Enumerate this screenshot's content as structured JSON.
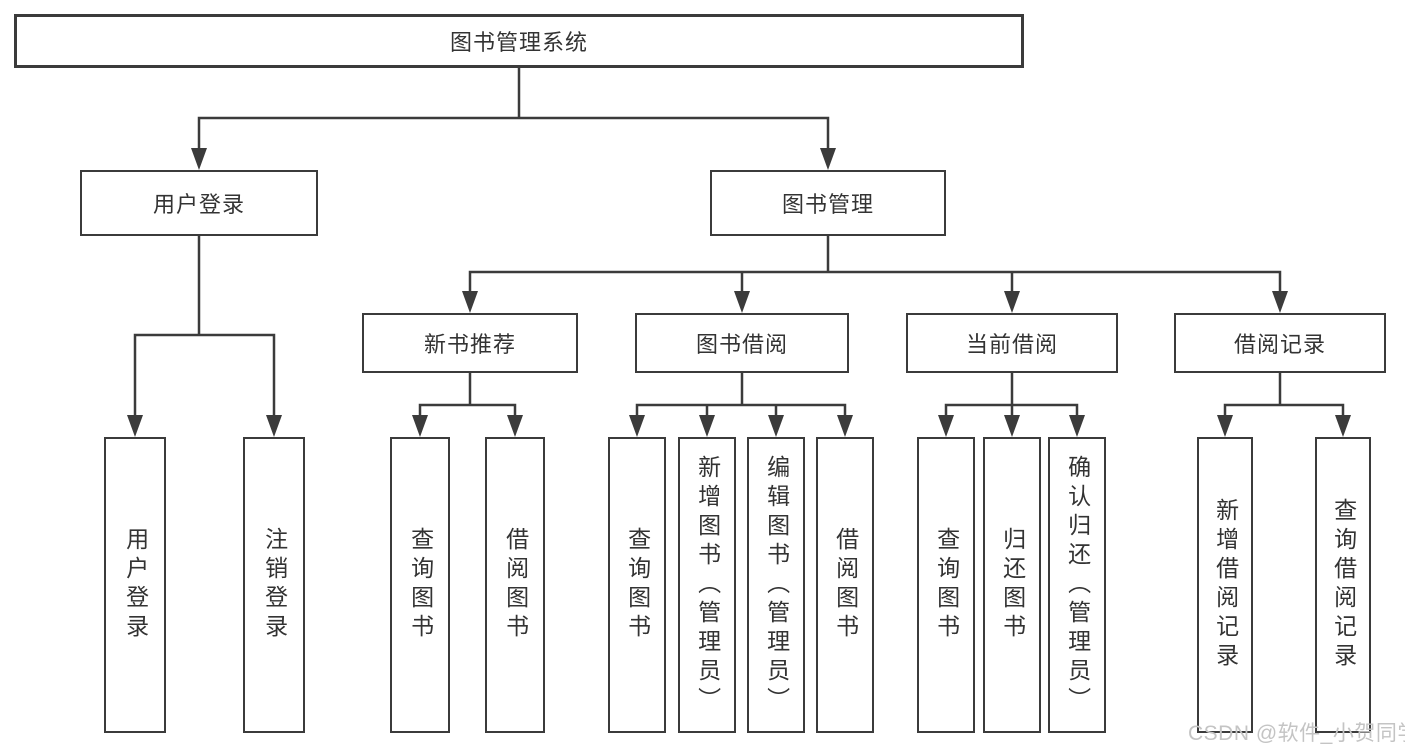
{
  "colors": {
    "line": "#3b3b3b",
    "box_border": "#3b3b3b",
    "box_background": "#ffffff",
    "text": "#333333",
    "watermark_text": "#c4c4c4"
  },
  "watermark": "CSDN @软件_小贺同学",
  "tree": {
    "root": "图书管理系统",
    "children": [
      {
        "label": "用户登录",
        "children": [
          {
            "label": "用户登录"
          },
          {
            "label": "注销登录"
          }
        ]
      },
      {
        "label": "图书管理",
        "children": [
          {
            "label": "新书推荐",
            "children": [
              {
                "label": "查询图书"
              },
              {
                "label": "借阅图书"
              }
            ]
          },
          {
            "label": "图书借阅",
            "children": [
              {
                "label": "查询图书"
              },
              {
                "label": "新增图书（管理员）"
              },
              {
                "label": "编辑图书（管理员）"
              },
              {
                "label": "借阅图书"
              }
            ]
          },
          {
            "label": "当前借阅",
            "children": [
              {
                "label": "查询图书"
              },
              {
                "label": "归还图书"
              },
              {
                "label": "确认归还（管理员）"
              }
            ]
          },
          {
            "label": "借阅记录",
            "children": [
              {
                "label": "新增借阅记录"
              },
              {
                "label": "查询借阅记录"
              }
            ]
          }
        ]
      }
    ]
  }
}
